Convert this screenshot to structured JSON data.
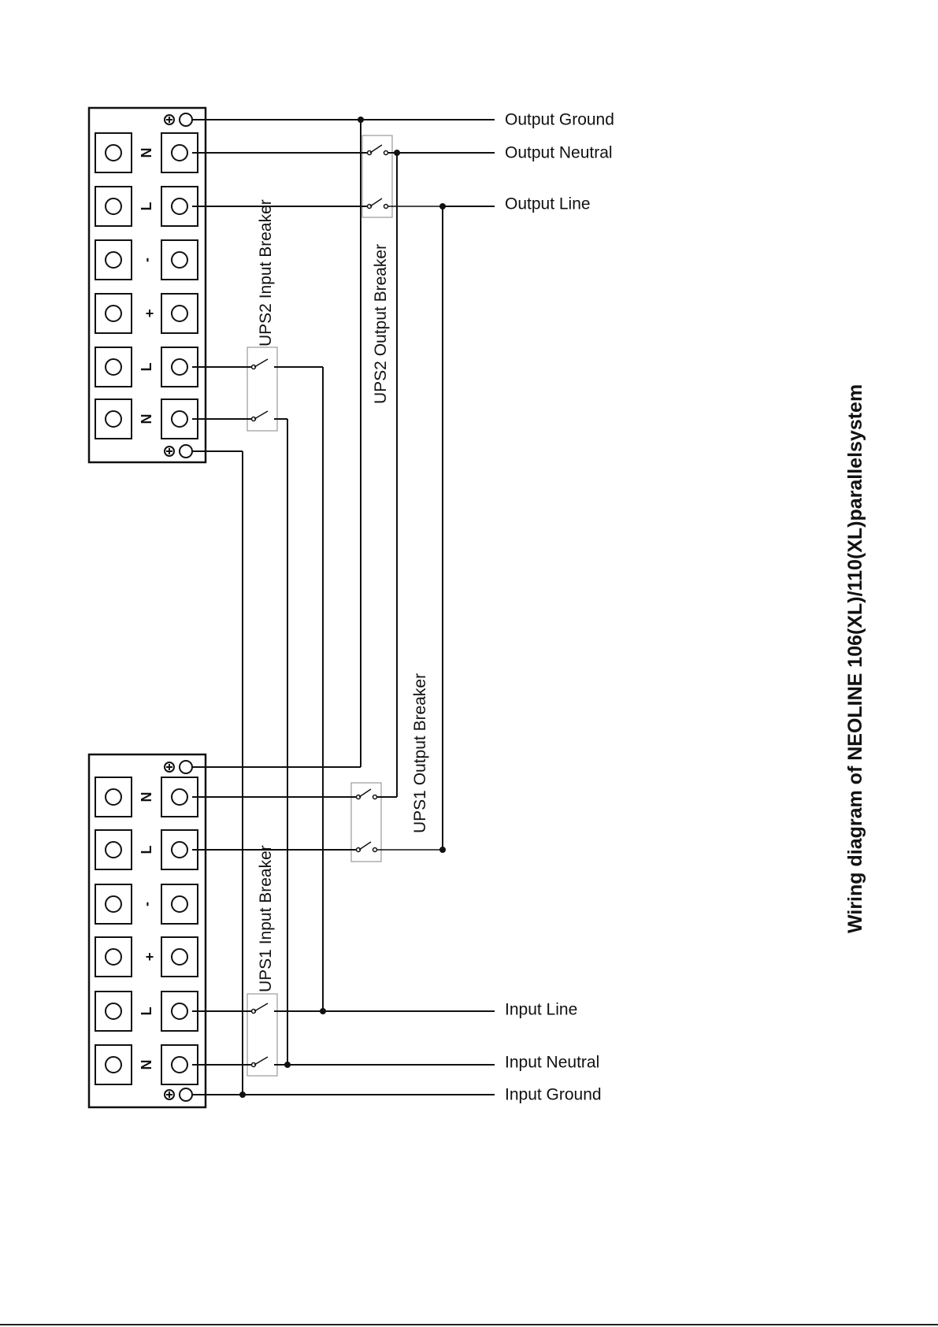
{
  "title": "Wiring diagram of NEOLINE 106(XL)/110(XL)parallelsystem",
  "terminal_marks": {
    "N": "N",
    "L": "L",
    "minus": "-",
    "plus": "+"
  },
  "connections": {
    "output_ground": "Output Ground",
    "output_neutral": "Output Neutral",
    "output_line": "Output Line",
    "input_line": "Input Line",
    "input_neutral": "Input Neutral",
    "input_ground": "Input Ground"
  },
  "breakers": {
    "ups2_input": "UPS2 Input Breaker",
    "ups2_output": "UPS2 Output Breaker",
    "ups1_input": "UPS1 Input Breaker",
    "ups1_output": "UPS1 Output Breaker"
  }
}
